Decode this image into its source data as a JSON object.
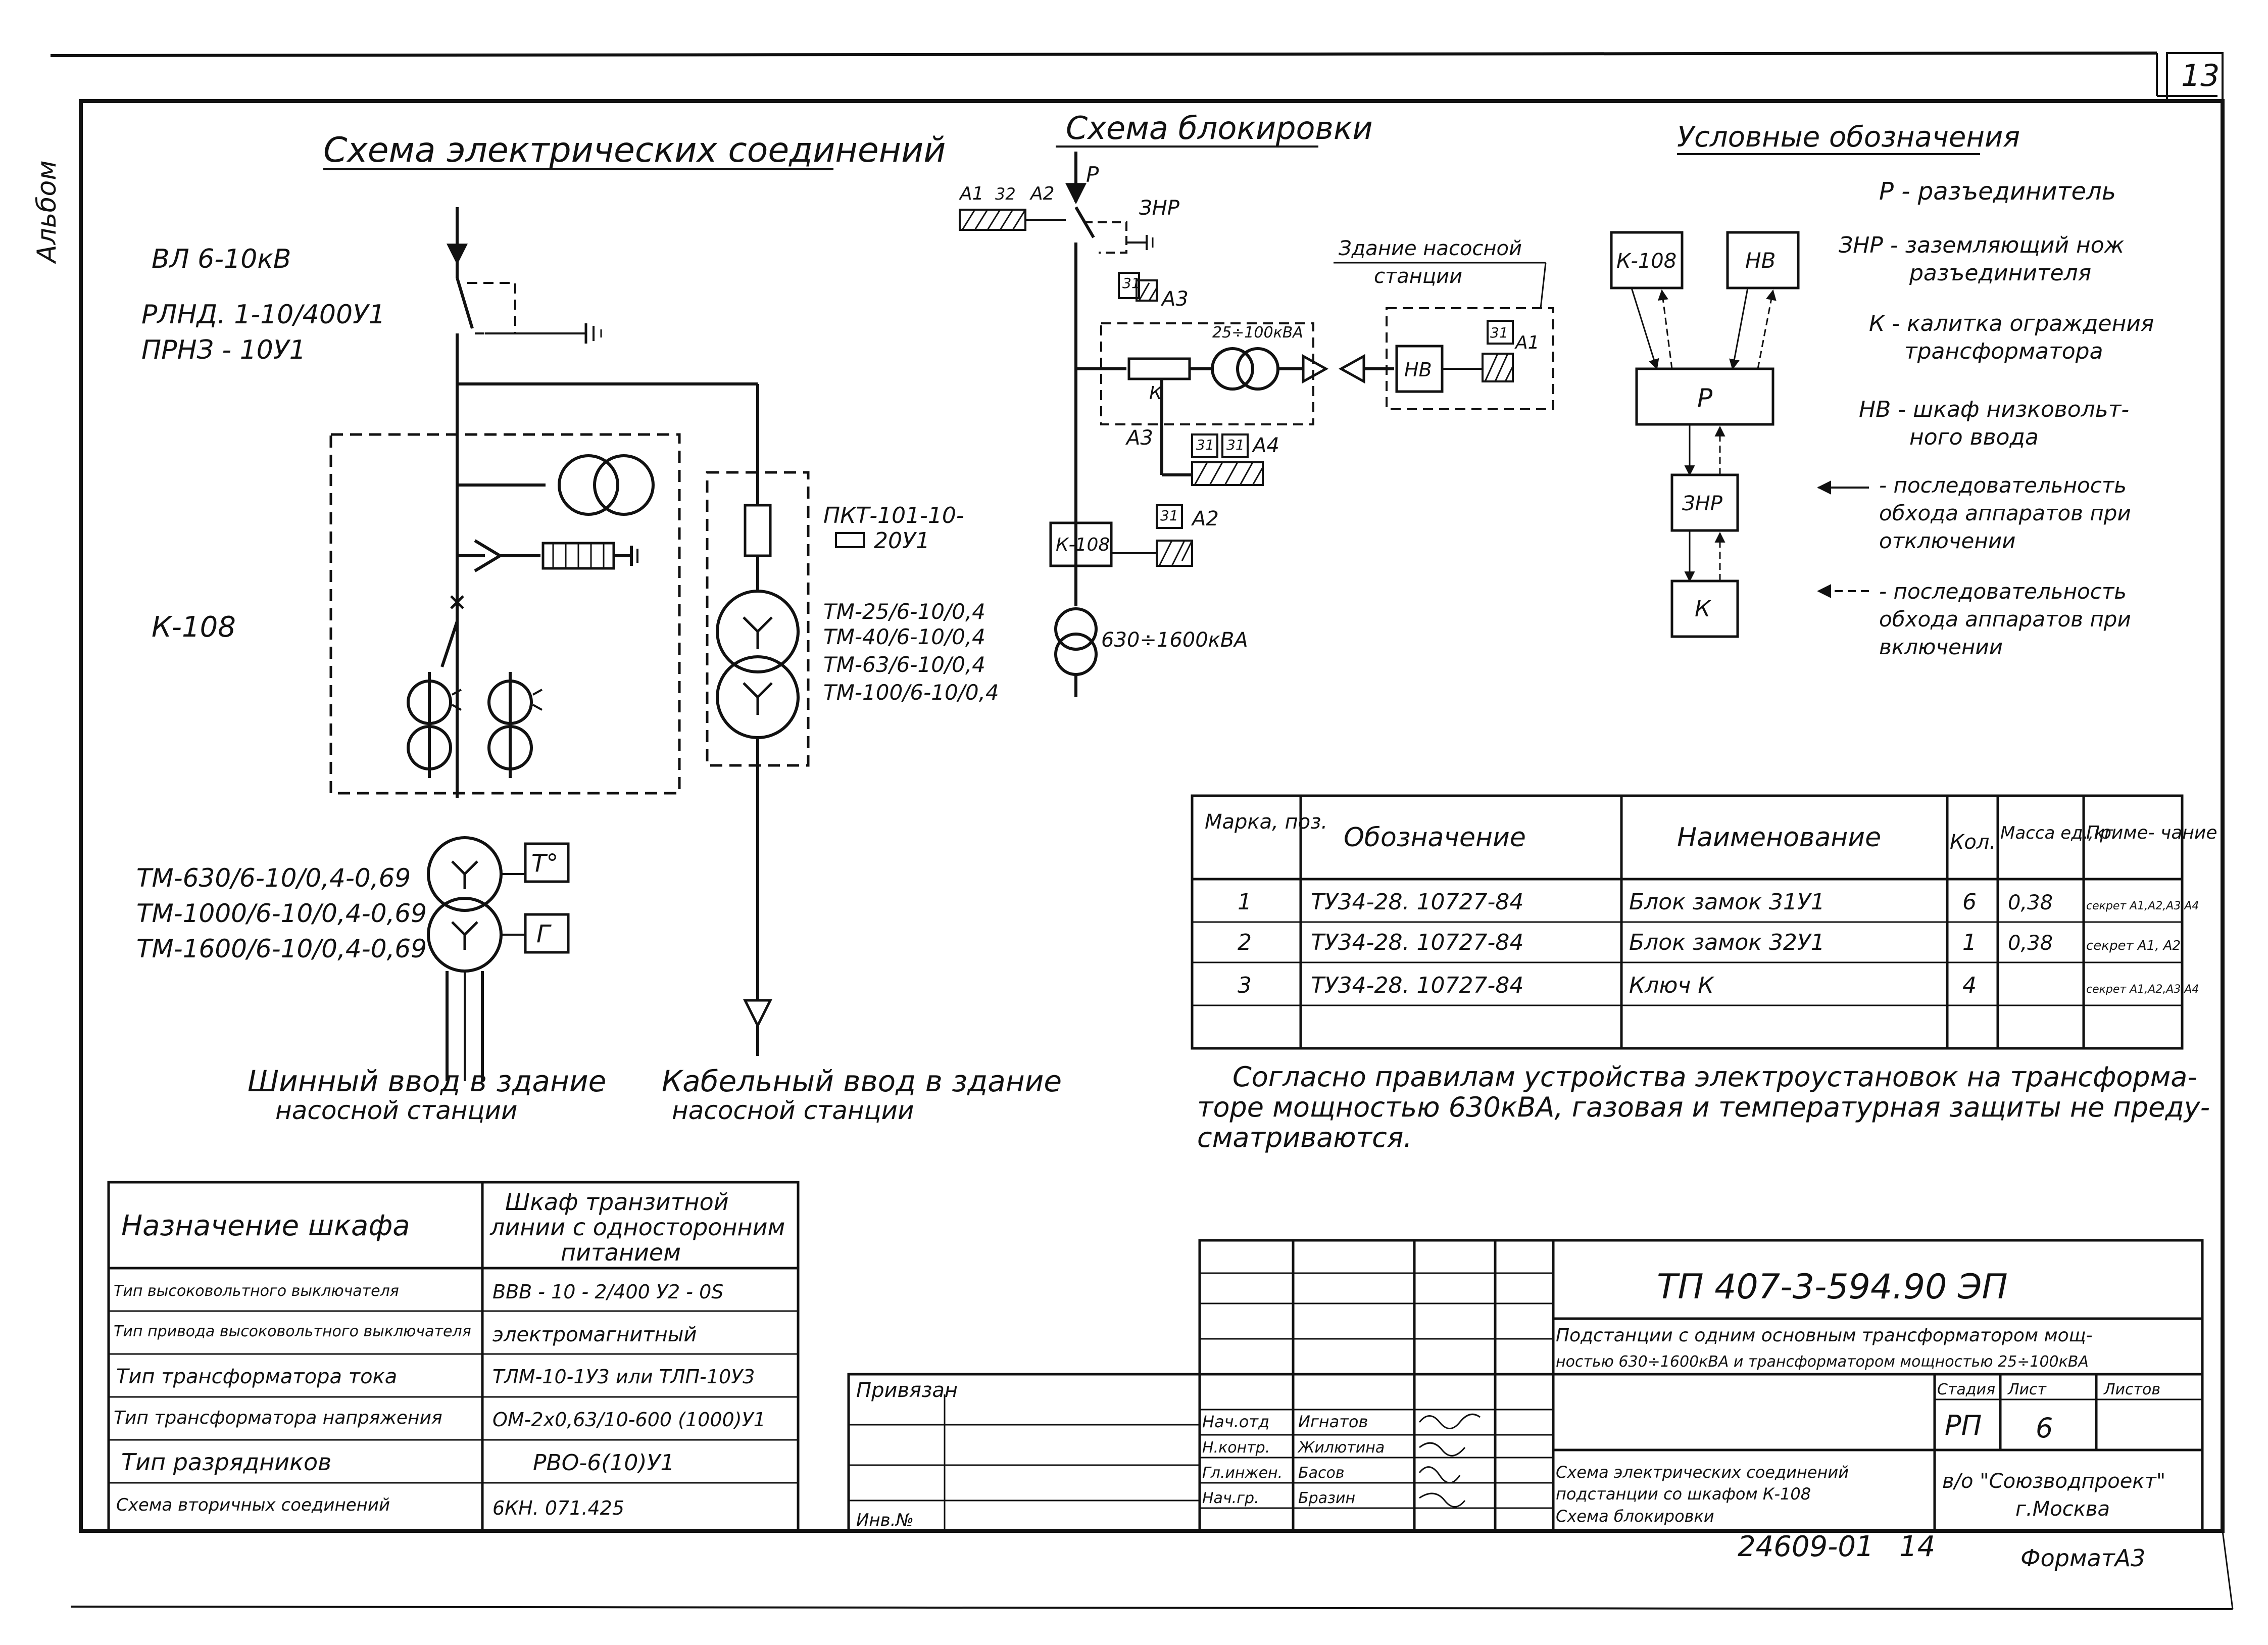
{
  "sheet": {
    "number": "13",
    "side_label": "Альбом",
    "bottom_code": "24609-01",
    "bottom_num": "14",
    "format": "ФорматА3"
  },
  "titles": {
    "electrical": "Схема электрических соединений",
    "interlock": "Схема блокировки",
    "legend": "Условные обозначения"
  },
  "electrical": {
    "input_line1": "ВЛ 6-10кВ",
    "input_line2": "РЛНД. 1-10/400У1",
    "input_line3": "ПРНЗ - 10У1",
    "cabinet": "К-108",
    "fuse_label1": "ПКТ-101-10-",
    "fuse_label2": "20У1",
    "aux_tr": [
      "ТМ-25/6-10/0,4",
      "ТМ-40/6-10/0,4",
      "ТМ-63/6-10/0,4",
      "ТМ-100/6-10/0,4"
    ],
    "main_tr": [
      "ТМ-630/6-10/0,4-0,69",
      "ТМ-1000/6-10/0,4-0,69",
      "ТМ-1600/6-10/0,4-0,69"
    ],
    "temp_box": "T°",
    "gas_box": "Г",
    "bus_entry1": "Шинный ввод в здание",
    "bus_entry2": "насосной станции",
    "cable_entry1": "Кабельный ввод в здание",
    "cable_entry2": "насосной станции"
  },
  "interlock": {
    "a1": "А1",
    "a2": "А2",
    "a3": "А3",
    "a4": "А4",
    "lock32": "32",
    "lock31": "31",
    "p": "Р",
    "znr": "ЗНР",
    "k": "К",
    "cabinet": "К-108",
    "nv": "НВ",
    "building1": "Здание насосной",
    "building2": "станции",
    "rating_small": "25÷100кВА",
    "rating_big": "630÷1600кВА"
  },
  "legend": {
    "blocks": [
      "К-108",
      "НВ",
      "Р",
      "ЗНР",
      "К"
    ],
    "p_term": "Р - разъединитель",
    "znr_term1": "ЗНР - заземляющий нож",
    "znr_term2": "разъединителя",
    "k_term1": "К - калитка ограждения",
    "k_term2": "трансформатора",
    "nv_term1": "НВ - шкаф низковольт-",
    "nv_term2": "ного ввода",
    "off_seq1": "- последовательность",
    "off_seq2": "обхода аппаратов при",
    "off_seq3": "отключении",
    "on_seq1": "- последовательность",
    "on_seq2": "обхода аппаратов при",
    "on_seq3": "включении"
  },
  "spec_table": {
    "headers": [
      "Марка, поз.",
      "Обозначение",
      "Наименование",
      "Кол.",
      "Масса ед.,кг",
      "Приме- чание"
    ],
    "rows": [
      [
        "1",
        "ТУ34-28. 10727-84",
        "Блок замок 31У1",
        "6",
        "0,38",
        "секрет А1,А2,А3,А4"
      ],
      [
        "2",
        "ТУ34-28. 10727-84",
        "Блок замок 32У1",
        "1",
        "0,38",
        "секрет А1, А2"
      ],
      [
        "3",
        "ТУ34-28. 10727-84",
        "Ключ К",
        "4",
        "",
        "секрет А1,А2,А3,А4"
      ]
    ]
  },
  "note": [
    "Согласно правилам устройства электроустановок на трансформа-",
    "торе мощностью 630кВА, газовая и температурная защиты не преду-",
    "сматриваются."
  ],
  "cabinet_table": {
    "head_left": "Назначение шкафа",
    "head_right": [
      "Шкаф транзитной",
      "линии с односторонним",
      "питанием"
    ],
    "rows": [
      [
        "Тип высоковольтного выключателя",
        "ВВВ - 10 - 2/400 У2 - 0S"
      ],
      [
        "Тип привода высоковольтного выключателя",
        "электромагнитный"
      ],
      [
        "Тип трансформатора тока",
        "ТЛМ-10-1У3 или ТЛП-10У3"
      ],
      [
        "Тип трансформатора напряжения",
        "ОМ-2х0,63/10-600 (1000)У1"
      ],
      [
        "Тип разрядников",
        "РВО-6(10)У1"
      ],
      [
        "Схема вторичных соединений",
        "6КН. 071.425"
      ]
    ]
  },
  "title_block": {
    "code": "ТП 407-3-594.90 ЭП",
    "description": [
      "Подстанции с одним основным трансформатором мощ-",
      "ностью 630÷1600кВА и трансформатором мощностью 25÷100кВА"
    ],
    "stage_head": "Стадия",
    "sheet_head": "Лист",
    "sheets_head": "Листов",
    "stage": "РП",
    "sheet": "6",
    "privyazan": "Привязан",
    "inv": "Инв.№",
    "roles": [
      "Нач.отд",
      "Н.контр.",
      "Гл.инжен.",
      "Нач.гр."
    ],
    "names": [
      "Игнатов",
      "Жилютина",
      "Басов",
      "Бразин"
    ],
    "drawing": [
      "Схема электрических соединений",
      "подстанции со шкафом К-108",
      "Схема блокировки"
    ],
    "org1": "в/о \"Союзводпроект\"",
    "org2": "г.Москва"
  }
}
